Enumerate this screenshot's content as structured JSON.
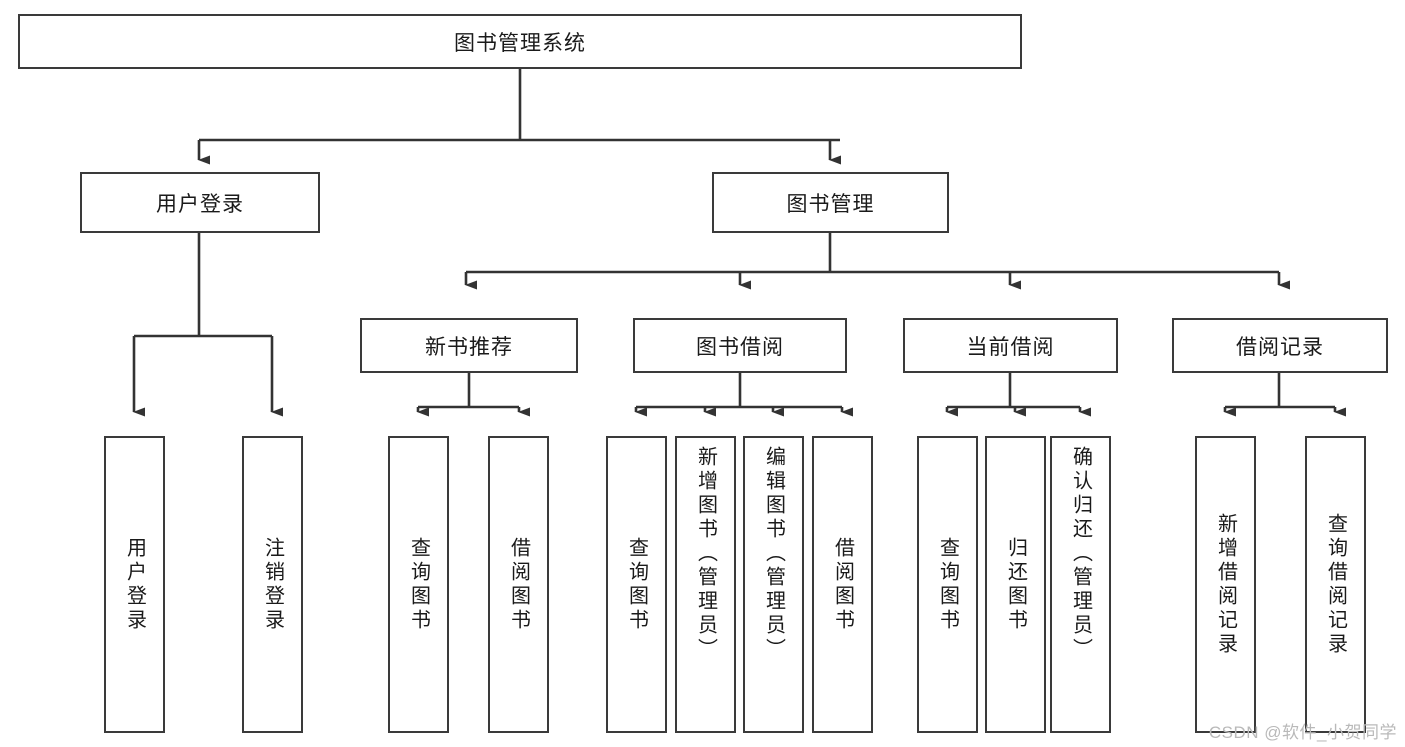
{
  "diagram": {
    "type": "tree-hierarchy",
    "title": "图书管理系统",
    "root": {
      "label": "图书管理系统"
    },
    "level1": [
      {
        "label": "用户登录"
      },
      {
        "label": "图书管理"
      }
    ],
    "level2": [
      {
        "label": "新书推荐",
        "parent": "图书管理"
      },
      {
        "label": "图书借阅",
        "parent": "图书管理"
      },
      {
        "label": "当前借阅",
        "parent": "图书管理"
      },
      {
        "label": "借阅记录",
        "parent": "图书管理"
      }
    ],
    "leaves": {
      "user_login": [
        {
          "label": "用户登录"
        },
        {
          "label": "注销登录"
        }
      ],
      "new_book_recommend": [
        {
          "label": "查询图书"
        },
        {
          "label": "借阅图书"
        }
      ],
      "book_borrow": [
        {
          "label": "查询图书"
        },
        {
          "label": "新增图书（管理员）"
        },
        {
          "label": "编辑图书（管理员）"
        },
        {
          "label": "借阅图书"
        }
      ],
      "current_borrow": [
        {
          "label": "查询图书"
        },
        {
          "label": "归还图书"
        },
        {
          "label": "确认归还（管理员）"
        }
      ],
      "borrow_record": [
        {
          "label": "新增借阅记录"
        },
        {
          "label": "查询借阅记录"
        }
      ]
    }
  },
  "watermark": {
    "text": "CSDN @软件_小贺同学"
  },
  "colors": {
    "box_border": "#3a3a3a",
    "box_fill": "#ffffff",
    "line": "#333333",
    "text": "#1a1a1a",
    "watermark": "#b9b9b9"
  }
}
